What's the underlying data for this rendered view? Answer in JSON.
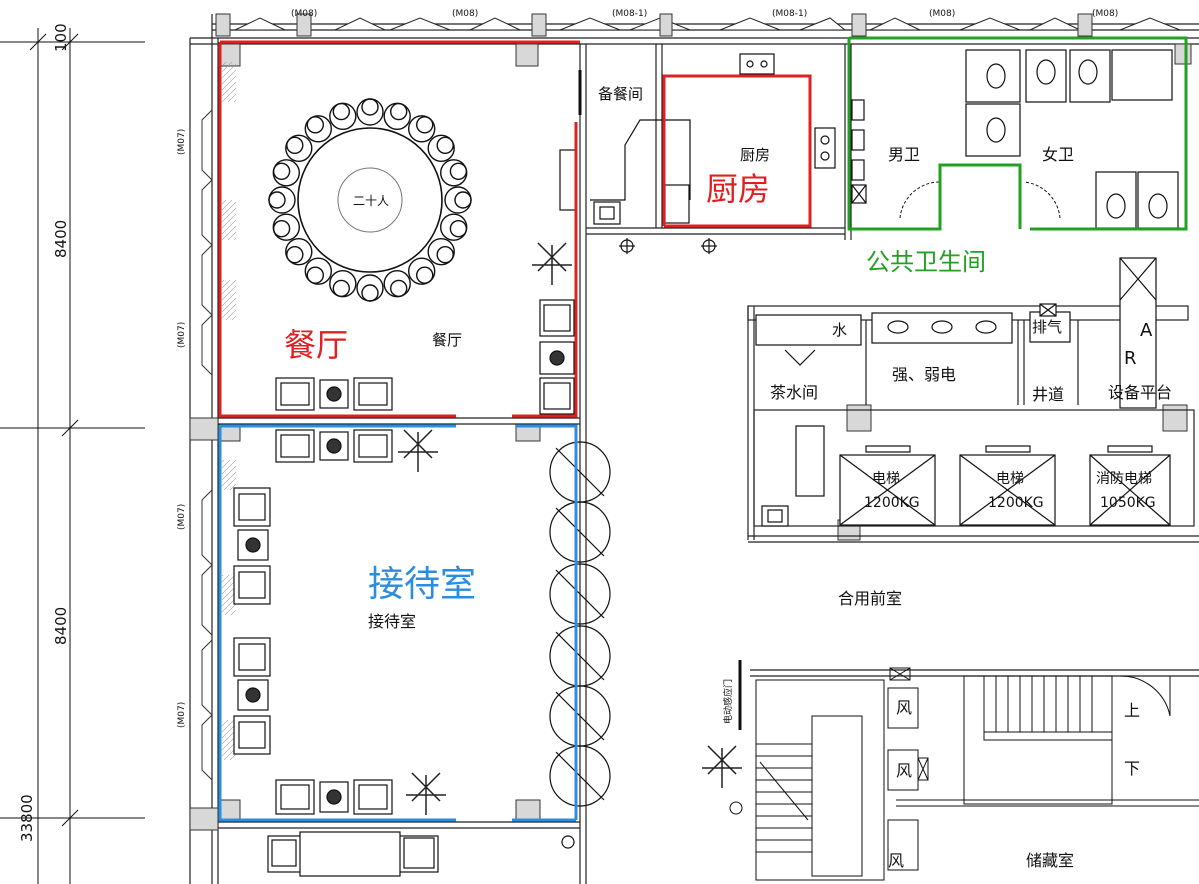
{
  "dimensions": {
    "top": "100",
    "upper": "8400",
    "lower": "8400",
    "total": "33800"
  },
  "door_tags": {
    "top": [
      "(M08)",
      "(M08)",
      "(M08-1)",
      "(M08-1)",
      "(M08)",
      "(M08)"
    ],
    "left": [
      "(M07)",
      "(M07)",
      "(M07)",
      "(M07)"
    ],
    "sensor_door": "电动感应门"
  },
  "rooms": {
    "dining": {
      "label": "餐厅",
      "highlight": "餐厅",
      "table": "二十人",
      "color": "#e02020"
    },
    "pantry": {
      "label": "备餐间"
    },
    "kitchen": {
      "label": "厨房",
      "highlight": "厨房",
      "color": "#e02020"
    },
    "men_wc": {
      "label": "男卫"
    },
    "women_wc": {
      "label": "女卫"
    },
    "public_wc": {
      "highlight": "公共卫生间",
      "color": "#22a022"
    },
    "reception": {
      "label": "接待室",
      "highlight": "接待室",
      "color": "#2a8de0"
    },
    "water": {
      "label": "水"
    },
    "tea": {
      "label": "茶水间"
    },
    "exhaust": {
      "label": "排气"
    },
    "electric": {
      "label": "强、弱电"
    },
    "shaft": {
      "label": "井道"
    },
    "platform": {
      "label": "设备平台"
    },
    "ar_letters": [
      "A",
      "R"
    ],
    "lobby": {
      "label": "合用前室"
    },
    "storage": {
      "label": "储藏室"
    },
    "wind": [
      "风",
      "风",
      "风"
    ],
    "stairs": {
      "up": "上",
      "down": "下"
    }
  },
  "elevators": [
    {
      "name": "电梯",
      "load": "1200KG"
    },
    {
      "name": "电梯",
      "load": "1200KG"
    },
    {
      "name": "消防电梯",
      "load": "1050KG"
    }
  ]
}
